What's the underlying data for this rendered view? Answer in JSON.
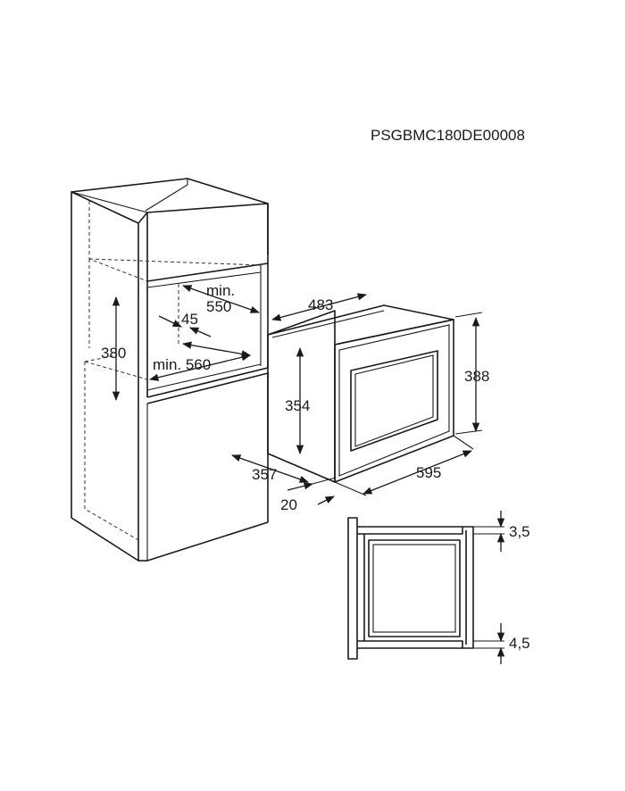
{
  "code": "PSGBMC180DE00008",
  "dims": {
    "min_label": "min.",
    "d550": "550",
    "d45": "45",
    "d380": "380",
    "d560": "min. 560",
    "d483": "483",
    "d354": "354",
    "d388": "388",
    "d357": "357",
    "d20": "20",
    "d595": "595",
    "d35": "3,5",
    "d45b": "4,5"
  }
}
